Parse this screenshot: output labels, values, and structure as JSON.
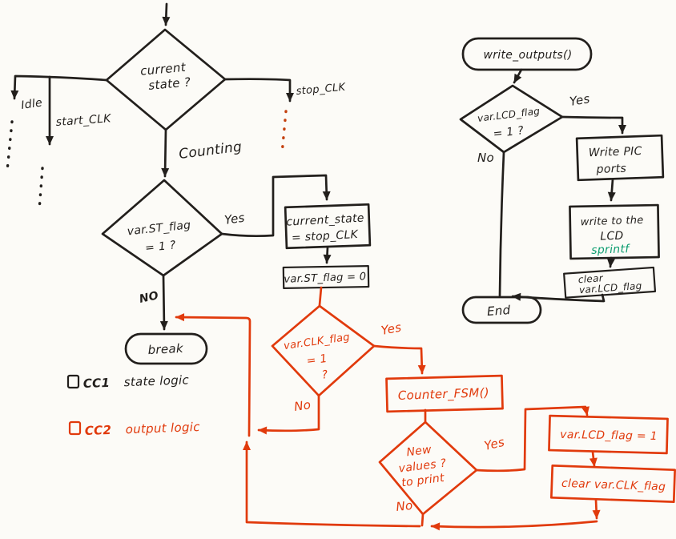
{
  "palette": {
    "black": "#221f1c",
    "red": "#e13a0c",
    "green": "#0d9d70",
    "paper": "#fcfbf7"
  },
  "state_flow": {
    "decision_current_state": [
      "current",
      "state ?"
    ],
    "label_idle": "Idle",
    "label_start_clk": "start_CLK",
    "label_stop_clk": "stop_CLK",
    "label_counting": "Counting",
    "decision_st_flag": [
      "var.ST_flag",
      "= 1 ?"
    ],
    "label_yes": "Yes",
    "label_no": "NO",
    "box_current_state": [
      "current_state",
      "= stop_CLK"
    ],
    "box_clear_st_flag": "var.ST_flag = 0",
    "terminal_break": "break"
  },
  "output_flow": {
    "decision_clk_flag": [
      "var.CLK_flag",
      "= 1",
      "?"
    ],
    "label_yes": "Yes",
    "label_no": "No",
    "box_counter_fsm": "Counter_FSM()",
    "decision_new_values": [
      "New",
      "values ?",
      "to print"
    ],
    "label_yes2": "Yes",
    "label_no2": "No",
    "box_set_lcd_flag": "var.LCD_flag = 1",
    "box_clear_clk_flag": "clear var.CLK_flag"
  },
  "write_outputs_flow": {
    "terminal_start": "write_outputs()",
    "decision_lcd_flag": [
      "var.LCD_flag",
      "= 1 ?"
    ],
    "label_yes": "Yes",
    "label_no": "No",
    "box_write_pic": [
      "Write PIC",
      "ports"
    ],
    "box_write_lcd": [
      "write to the",
      "LCD"
    ],
    "box_write_lcd_note": "sprintf",
    "box_clear_lcd_flag": [
      "clear",
      "var.LCD_flag"
    ],
    "terminal_end": "End"
  },
  "legend": {
    "items": [
      {
        "code": "CC1",
        "desc": "state logic",
        "color": "#221f1c"
      },
      {
        "code": "CC2",
        "desc": "output logic",
        "color": "#e13a0c"
      }
    ]
  }
}
